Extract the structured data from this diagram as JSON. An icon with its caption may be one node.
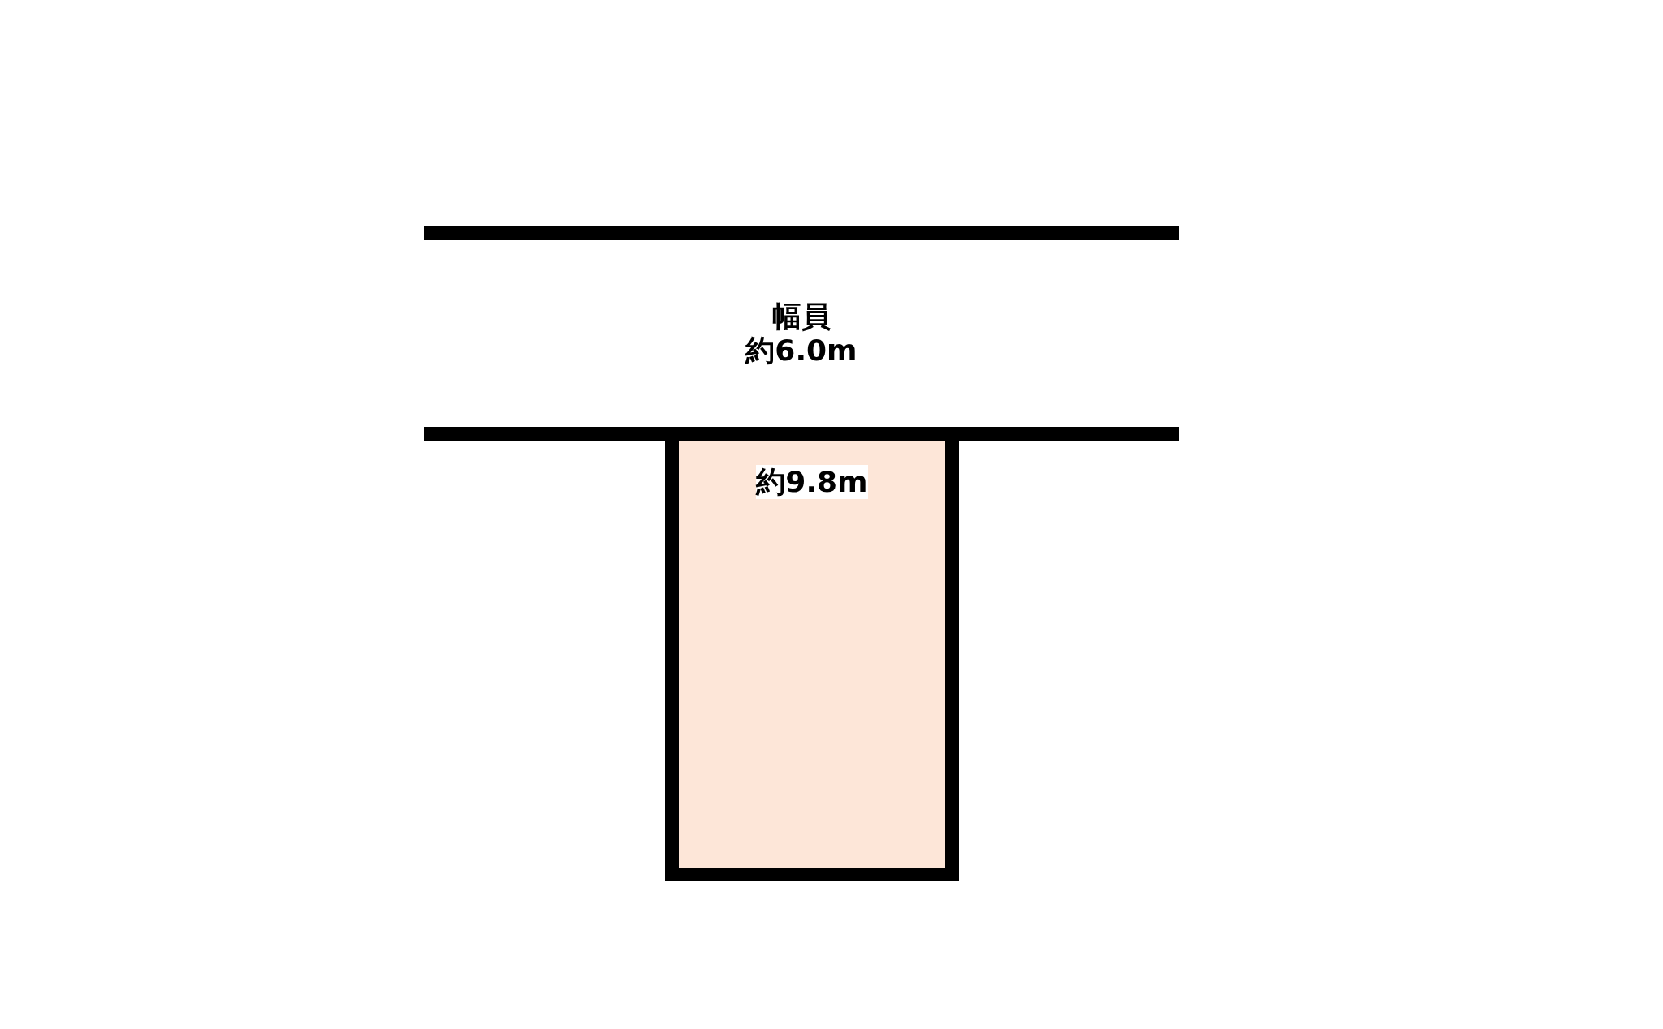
{
  "diagram": {
    "nodes": [
      {
        "text": [
          "幅員",
          "約6.0m"
        ]
      },
      {
        "text": [
          "約9.8m"
        ]
      }
    ]
  }
}
